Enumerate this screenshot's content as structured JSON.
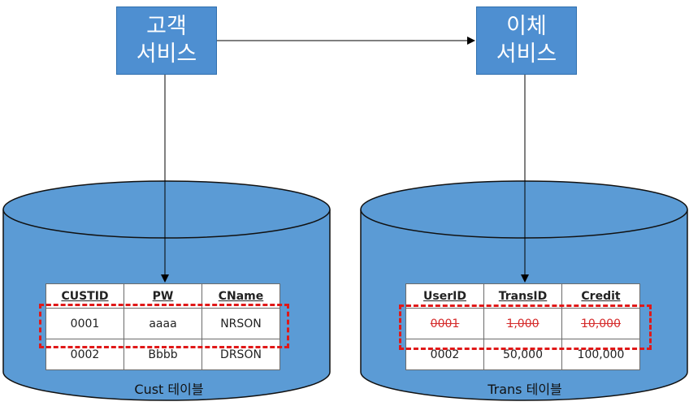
{
  "services": [
    {
      "line1": "고객",
      "line2": "서비스"
    },
    {
      "line1": "이체",
      "line2": "서비스"
    }
  ],
  "cust_table": {
    "caption": "Cust 테이블",
    "headers": [
      "CUSTID",
      "PW",
      "CName"
    ],
    "rows": [
      [
        "0001",
        "aaaa",
        "NRSON"
      ],
      [
        "0002",
        "Bbbb",
        "DRSON"
      ]
    ]
  },
  "trans_table": {
    "caption": "Trans 테이블",
    "headers": [
      "UserID",
      "TransID",
      "Credit"
    ],
    "rows": [
      [
        "0001",
        "1,000",
        "10,000"
      ],
      [
        "0002",
        "50,000",
        "100,000"
      ]
    ]
  },
  "colors": {
    "db_fill": "#5b9bd5",
    "db_stroke": "#111111",
    "service_fill": "#4e8fd1",
    "highlight": "#e01818",
    "struck_text": "#d52b2b"
  }
}
